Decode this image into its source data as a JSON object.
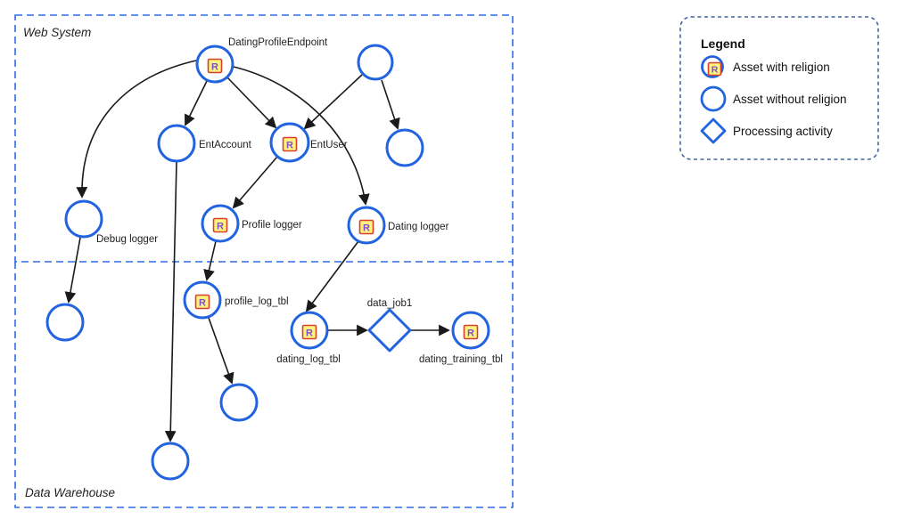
{
  "badge": {
    "letter": "R"
  },
  "colors": {
    "node_stroke": "#2263DF",
    "container_dash": "#2F6BE4",
    "legend_dash": "#44659E",
    "badge_fill": "#FFF380",
    "badge_stroke": "#D8402C",
    "badge_letter": "#7B4FD0",
    "edge": "#1A1A1A",
    "text": "#1F1F1F"
  },
  "containers": {
    "web_system": {
      "label": "Web System"
    },
    "data_warehouse": {
      "label": "Data Warehouse"
    }
  },
  "legend": {
    "title": "Legend",
    "items": [
      {
        "icon": "asset-with-religion-icon",
        "label": "Asset with religion"
      },
      {
        "icon": "asset-without-religion-icon",
        "label": "Asset without religion"
      },
      {
        "icon": "processing-activity-icon",
        "label": "Processing activity"
      }
    ]
  },
  "nodes": {
    "dating_profile_endpoint": {
      "label": "DatingProfileEndpoint",
      "religion": true,
      "container": "web_system"
    },
    "endpoint_2": {
      "label": "",
      "religion": false,
      "container": "web_system"
    },
    "ent_account": {
      "label": "EntAccount",
      "religion": false,
      "container": "web_system"
    },
    "ent_user": {
      "label": "EntUser",
      "religion": true,
      "container": "web_system"
    },
    "asset_right": {
      "label": "",
      "religion": false,
      "container": "web_system"
    },
    "debug_logger": {
      "label": "Debug logger",
      "religion": false,
      "container": "web_system"
    },
    "profile_logger": {
      "label": "Profile logger",
      "religion": true,
      "container": "web_system"
    },
    "dating_logger": {
      "label": "Dating logger",
      "religion": true,
      "container": "web_system"
    },
    "profile_log_tbl": {
      "label": "profile_log_tbl",
      "religion": true,
      "container": "data_warehouse"
    },
    "asset_dw_left": {
      "label": "",
      "religion": false,
      "container": "data_warehouse"
    },
    "dating_log_tbl": {
      "label": "dating_log_tbl",
      "religion": true,
      "container": "data_warehouse"
    },
    "data_job1": {
      "label": "data_job1",
      "type": "processing-activity",
      "container": "data_warehouse"
    },
    "dating_training_tbl": {
      "label": "dating_training_tbl",
      "religion": true,
      "container": "data_warehouse"
    },
    "asset_dw_mid": {
      "label": "",
      "religion": false,
      "container": "data_warehouse"
    },
    "asset_dw_bottom": {
      "label": "",
      "religion": false,
      "container": "data_warehouse"
    }
  },
  "edges": [
    {
      "from": "dating_profile_endpoint",
      "to": "ent_account"
    },
    {
      "from": "dating_profile_endpoint",
      "to": "ent_user"
    },
    {
      "from": "dating_profile_endpoint",
      "to": "debug_logger"
    },
    {
      "from": "dating_profile_endpoint",
      "to": "dating_logger"
    },
    {
      "from": "endpoint_2",
      "to": "ent_user"
    },
    {
      "from": "endpoint_2",
      "to": "asset_right"
    },
    {
      "from": "ent_user",
      "to": "profile_logger"
    },
    {
      "from": "ent_account",
      "to": "asset_dw_bottom"
    },
    {
      "from": "debug_logger",
      "to": "asset_dw_left"
    },
    {
      "from": "profile_logger",
      "to": "profile_log_tbl"
    },
    {
      "from": "profile_log_tbl",
      "to": "asset_dw_mid"
    },
    {
      "from": "dating_logger",
      "to": "dating_log_tbl"
    },
    {
      "from": "dating_log_tbl",
      "to": "data_job1"
    },
    {
      "from": "data_job1",
      "to": "dating_training_tbl"
    }
  ]
}
